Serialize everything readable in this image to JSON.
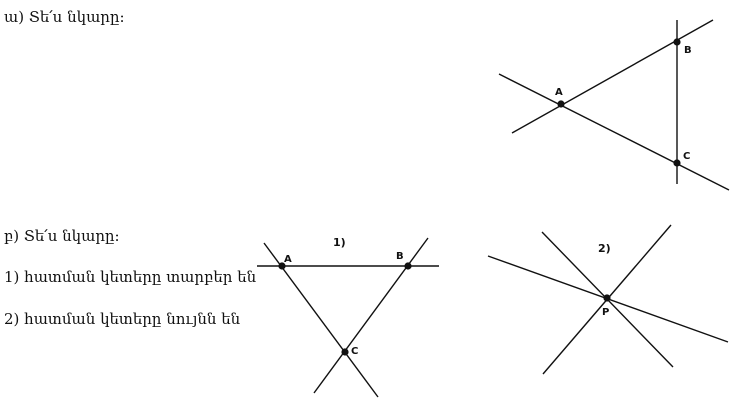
{
  "task": {
    "part_a": "ա) Տե՛ս նկարը:",
    "part_b": "բ) Տե՛ս նկարը:",
    "item_1": "1) հատման կետերը տարբեր են",
    "item_2": "2) հատման կետերը նույնն են"
  },
  "figures": {
    "fig_a": {
      "points": [
        "A",
        "B",
        "C"
      ]
    },
    "fig_1": {
      "label": "1)",
      "points": [
        "A",
        "B",
        "C"
      ]
    },
    "fig_2": {
      "label": "2)",
      "points": [
        "P"
      ]
    }
  }
}
